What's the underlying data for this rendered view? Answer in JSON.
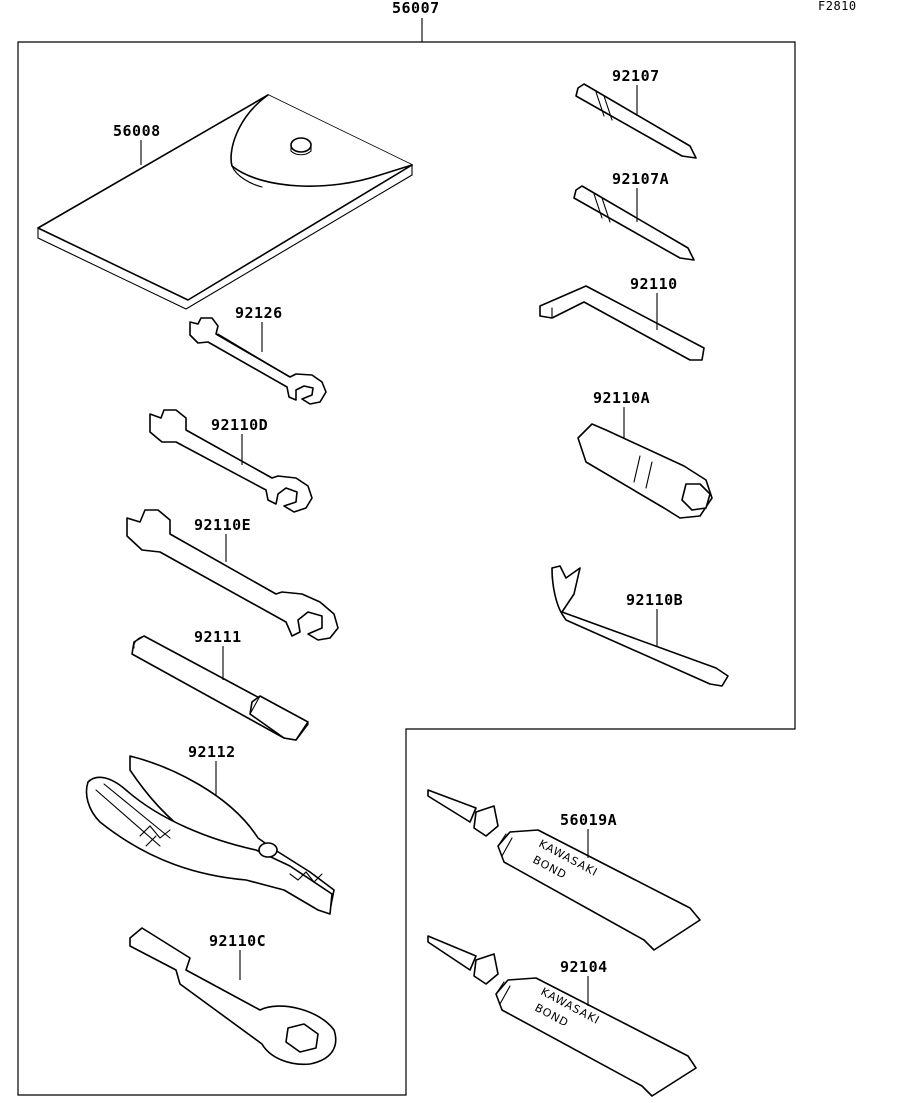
{
  "diagram_code": "F2810",
  "assembly_part": "56007",
  "parts": {
    "p56008": "56008",
    "p92107": "92107",
    "p92107A": "92107A",
    "p92110": "92110",
    "p92110A": "92110A",
    "p92110B": "92110B",
    "p92126": "92126",
    "p92110D": "92110D",
    "p92110E": "92110E",
    "p92111": "92111",
    "p92112": "92112",
    "p92110C": "92110C",
    "p56019A": "56019A",
    "p92104": "92104"
  },
  "tube_text": {
    "brand": "KAWASAKI",
    "product": "BOND"
  }
}
